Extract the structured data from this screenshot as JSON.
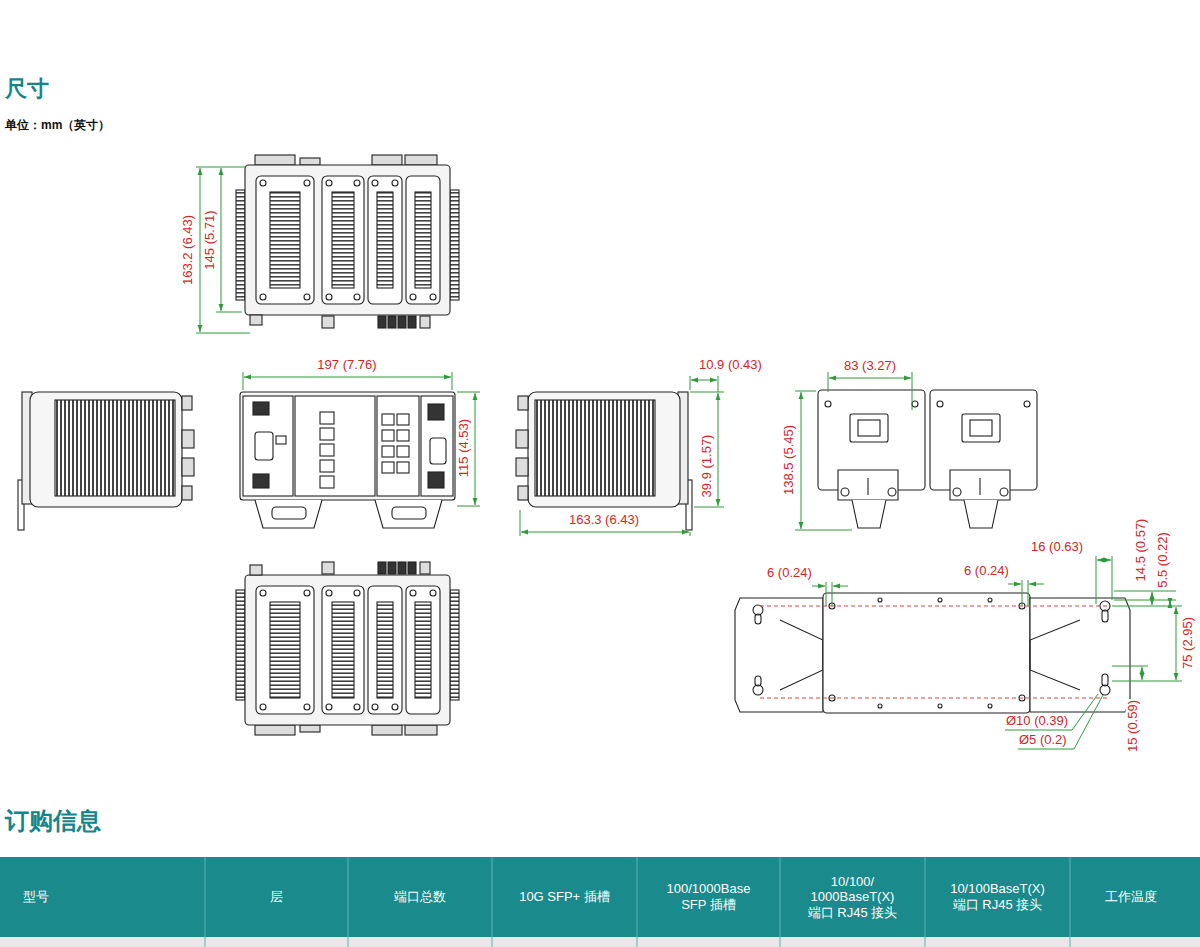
{
  "diagram": {
    "title": "尺寸",
    "labels": [
      "单位：mm（英寸）",
      "163.2 (6.43)",
      "145 (5.71)",
      "197 (7.76)",
      "115 (4.53)",
      "10.9 (0.43)",
      "39.9 (1.57)",
      "163.3 (6.43)",
      "83 (3.27)",
      "138.5 (5.45)",
      "6 (0.24)",
      "6 (0.24)",
      "16 (0.63)",
      "14.5 (0.57)",
      "5.5 (0.22)",
      "75 (2.95)",
      "Ø10 (0.39)",
      "Ø5 (0.2)",
      "15 (0.59)",
      "订购信息",
      "型号",
      "层",
      "端口总数",
      "10G SFP+ 插槽",
      "100/1000Base SFP 插槽",
      "10/100/ 1000BaseT(X) 端口 RJ45 接头",
      "10/100BaseT(X) 端口 RJ45 接头",
      "工作温度"
    ]
  }
}
